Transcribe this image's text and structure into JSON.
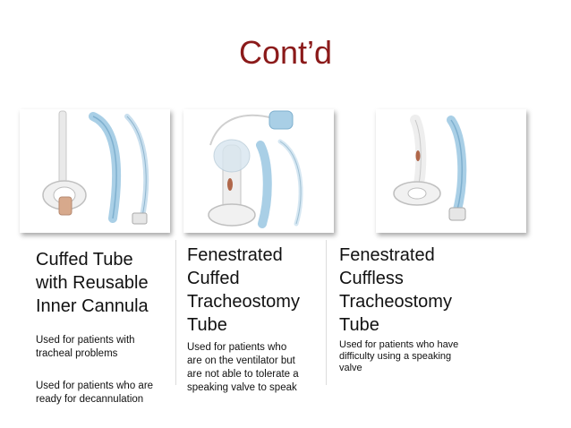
{
  "slide": {
    "title": "Cont’d"
  },
  "columns": [
    {
      "heading": "Cuffed Tube\nwith Reusable\nInner Cannula",
      "descriptions": [
        "Used for patients with\ntracheal problems",
        "Used for patients who are\nready for decannulation"
      ]
    },
    {
      "heading": "Fenestrated\nCuffed\nTracheostomy\nTube",
      "descriptions": [
        "Used for patients who\nare on the ventilator but\nare not able to tolerate a\nspeaking valve to speak"
      ]
    },
    {
      "heading": "Fenestrated\nCuffless\nTracheostomy\nTube",
      "descriptions": [
        "Used for patients who have\ndifficulty using a speaking\nvalve"
      ]
    }
  ],
  "colors": {
    "title": "#8b1a1a",
    "tube_blue": "#a9cfe6",
    "tube_white": "#f2f2f2"
  }
}
